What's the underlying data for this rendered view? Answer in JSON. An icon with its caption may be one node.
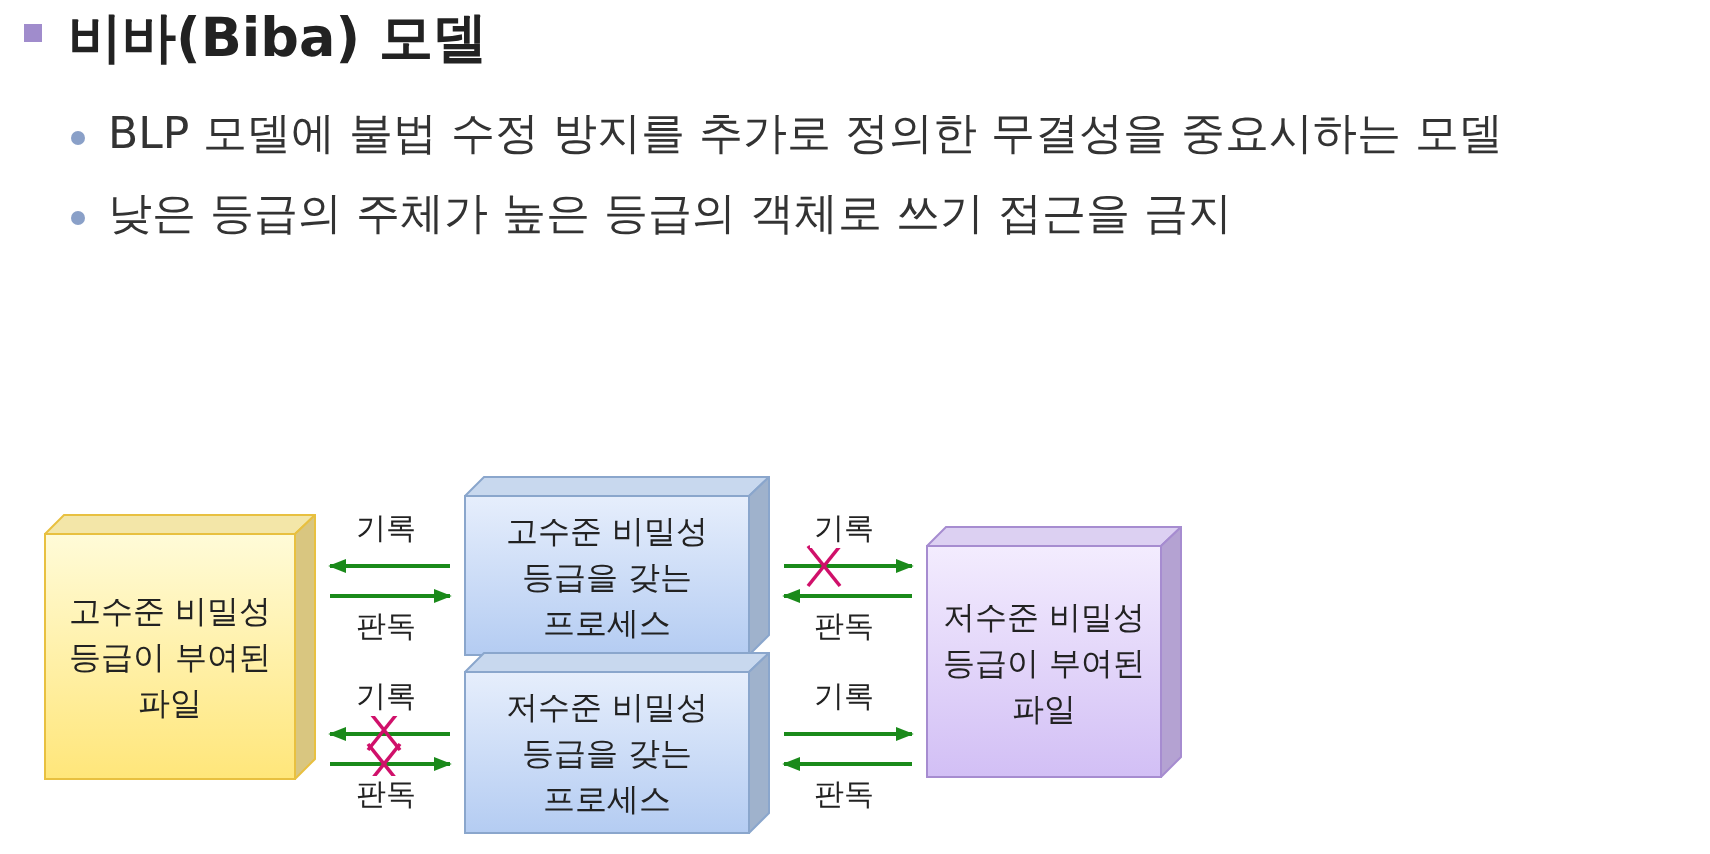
{
  "diagram": {
    "title": "비바(Biba) 모델",
    "nodes": [
      {
        "text": [
          "고수준 비밀성 등급이 부여된 파일"
        ]
      },
      {
        "text": [
          "고수준 비밀성 등급을 갖는 프로세스"
        ]
      },
      {
        "text": [
          "저수준 비밀성 등급을 갖는 프로세스"
        ]
      },
      {
        "text": [
          "저수준 비밀성 등급이 부여된 파일"
        ]
      }
    ],
    "edges": [
      {
        "from": 1,
        "to": 0,
        "arrow": "to",
        "label": "기록"
      },
      {
        "from": 0,
        "to": 1,
        "arrow": "to",
        "label": "판독"
      },
      {
        "from": 2,
        "to": 0,
        "arrow": "to",
        "label": "기록"
      },
      {
        "from": 0,
        "to": 2,
        "arrow": "to",
        "label": "판독"
      },
      {
        "from": 1,
        "to": 3,
        "arrow": "to",
        "label": "기록"
      },
      {
        "from": 3,
        "to": 1,
        "arrow": "to",
        "label": "판독"
      },
      {
        "from": 2,
        "to": 3,
        "arrow": "to",
        "label": "기록"
      },
      {
        "from": 3,
        "to": 2,
        "arrow": "to",
        "label": "판독"
      }
    ],
    "labels": [
      "BLP 모델에 불법 수정 방지를 추가로 정의한 무결성을 중요시하는 모델",
      "낮은 등급의 주체가 높은 등급의 객체로 쓰기 접근을 금지"
    ]
  }
}
